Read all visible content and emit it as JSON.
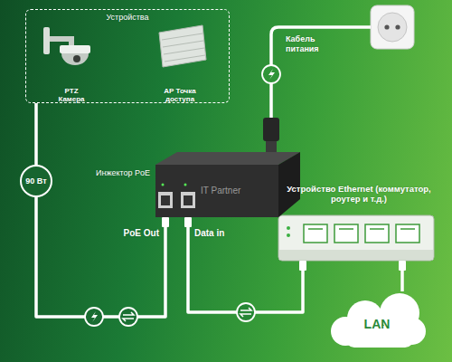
{
  "diagram": {
    "nodes": [
      {
        "text": [
          "Устройства"
        ]
      },
      {
        "text": [
          "PTZ Камера"
        ],
        "in": 0
      },
      {
        "text": [
          "AP Точка доступа"
        ],
        "in": 0
      },
      {
        "text": [
          "Инжектор PoE"
        ]
      },
      {
        "text": [
          "Устройство Ethernet (коммутатор, роутер и т.д.)"
        ]
      },
      {
        "text": [
          "LAN"
        ]
      }
    ],
    "edges": [
      {
        "from": 0,
        "to": 3,
        "arrow": "none",
        "label": "90 Вт"
      },
      {
        "from": 3,
        "to": 4,
        "arrow": "none"
      },
      {
        "from": 4,
        "to": 5,
        "arrow": "none"
      }
    ],
    "labels": [
      "Кабель питания",
      "PoE Out",
      "Data in",
      "IT Partner"
    ]
  }
}
